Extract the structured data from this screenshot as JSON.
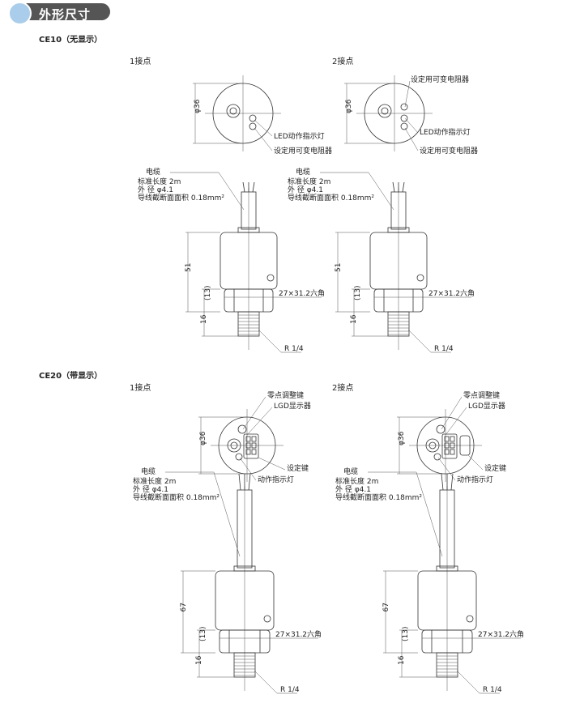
{
  "header": {
    "title": "外形尺寸",
    "accent": "#a9cdea"
  },
  "sections": [
    {
      "model": "CE10（无显示）",
      "contact1": "1接点",
      "contact2": "2接点",
      "top1": {
        "dia": "φ36",
        "labels": [
          "LED动作指示灯",
          "设定用可变电阻器"
        ]
      },
      "top2": {
        "dia": "φ36",
        "labels": [
          "设定用可变电阻器",
          "LED动作指示灯",
          "设定用可变电阻器"
        ]
      },
      "side": {
        "cable": "电缆",
        "length": "标准长度  2m",
        "outer": "外        径  φ4.1",
        "area": "导线截断面面积  0.18mm²",
        "height": "51",
        "hex_h": "(13)",
        "thread_h": "16",
        "hex": "27×31.2六角",
        "thread": "R 1/4"
      }
    },
    {
      "model": "CE20（带显示）",
      "contact1": "1接点",
      "contact2": "2接点",
      "top1": {
        "dia": "φ36",
        "labels": [
          "零点调整键",
          "LGD显示器",
          "设定键",
          "动作指示灯"
        ]
      },
      "top2": {
        "dia": "φ36",
        "labels": [
          "零点调整键",
          "LGD显示器",
          "设定键",
          "动作指示灯"
        ]
      },
      "side": {
        "cable": "电缆",
        "length": "标准长度  2m",
        "outer": "外        径  φ4.1",
        "area": "导线截断面面积  0.18mm²",
        "height": "67",
        "hex_h": "(13)",
        "thread_h": "16",
        "hex": "27×31.2六角",
        "thread": "R 1/4"
      }
    }
  ]
}
